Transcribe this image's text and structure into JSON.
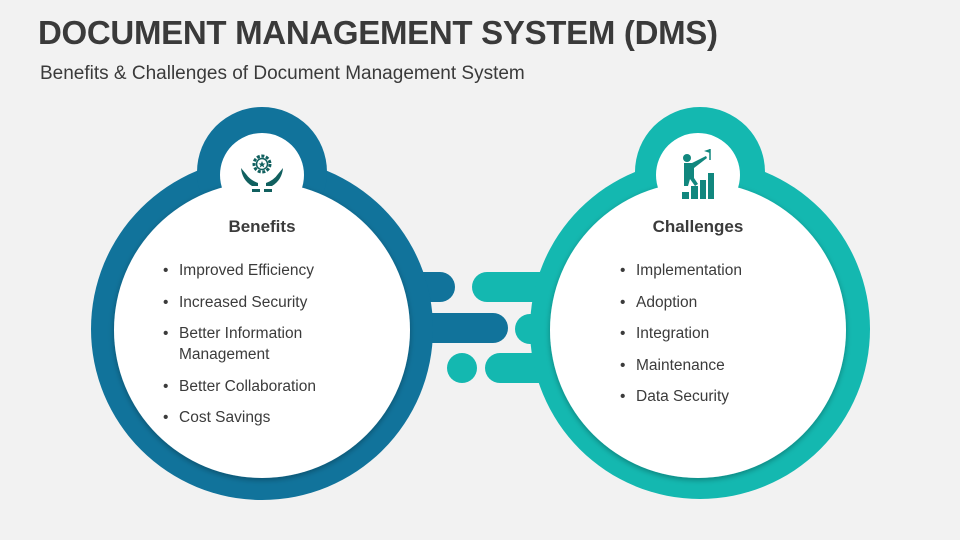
{
  "title": "DOCUMENT MANAGEMENT SYSTEM (DMS)",
  "subtitle": "Benefits & Challenges of Document Management System",
  "colors": {
    "benefits": "#11739b",
    "challenges": "#14b8b0",
    "background": "#f2f2f2"
  },
  "benefits": {
    "heading": "Benefits",
    "icon": "hands-gear-icon",
    "items": [
      "Improved Efficiency",
      "Increased Security",
      "Better Information Management",
      "Better Collaboration",
      "Cost Savings"
    ]
  },
  "challenges": {
    "heading": "Challenges",
    "icon": "person-climbing-chart-icon",
    "items": [
      "Implementation",
      "Adoption",
      "Integration",
      "Maintenance",
      "Data Security"
    ]
  }
}
